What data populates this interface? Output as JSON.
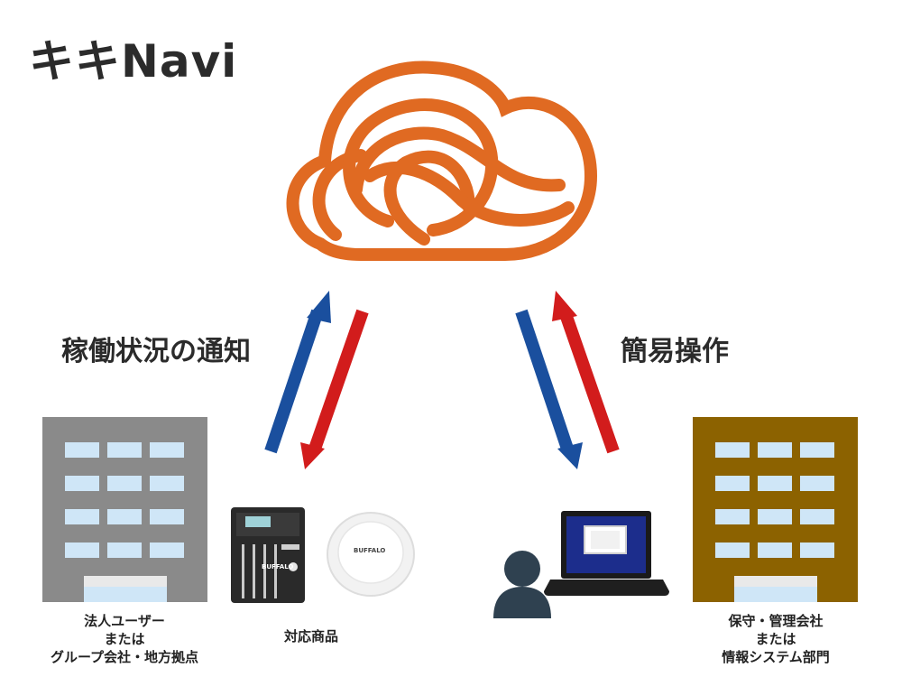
{
  "title": "キキNavi",
  "labels": {
    "left_flow": "稼働状況の通知",
    "right_flow": "簡易操作"
  },
  "captions": {
    "left_building": [
      "法人ユーザー",
      "または",
      "グループ会社・地方拠点"
    ],
    "products": "対応商品",
    "right_building": [
      "保守・管理会社",
      "または",
      "情報システム部門"
    ]
  },
  "product_brand": "BUFFALO",
  "colors": {
    "logo": "#e06a22",
    "arrow_blue": "#1a4f9e",
    "arrow_red": "#d21c1c",
    "building_left": "#8a8a8a",
    "building_right": "#8c6200",
    "window": "#cfe6f7",
    "person": "#2f4150",
    "laptop_screen": "#1c2d8c"
  },
  "icons": [
    "cloud-logo-icon",
    "up-arrow-icon",
    "down-arrow-icon",
    "building-icon",
    "nas-device-icon",
    "access-point-icon",
    "person-icon",
    "laptop-icon"
  ]
}
